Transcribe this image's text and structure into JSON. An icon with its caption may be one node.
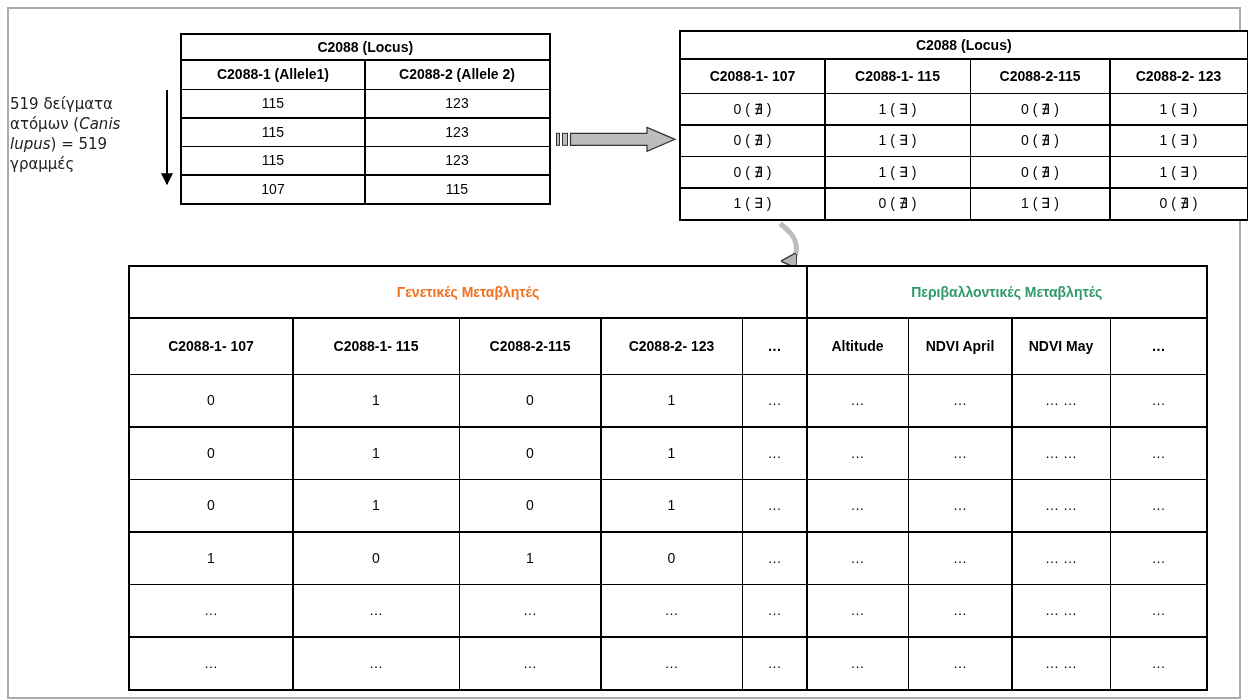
{
  "diagram": {
    "nodes": [
      {
        "text": [
          "C2088 (Locus)",
          "C2088-1 (Allele1)",
          "C2088-2 (Allele 2)",
          "115",
          "123",
          "115",
          "123",
          "115",
          "123",
          "107",
          "115"
        ]
      },
      {
        "text": [
          "C2088 (Locus)",
          "C2088-1- 107",
          "C2088-1- 115",
          "C2088-2-115",
          "C2088-2- 123",
          "0 ( ∄ )",
          "1 ( ∃ )",
          "0 ( ∄ )",
          "1 ( ∃ )",
          "0 ( ∄ )",
          "1 ( ∃ )",
          "0 ( ∄ )",
          "1 ( ∃ )",
          "0 ( ∄ )",
          "1 ( ∃ )",
          "0 ( ∄ )",
          "1 ( ∃ )",
          "1 ( ∃ )",
          "0 ( ∄ )",
          "1 ( ∃ )",
          "0 ( ∄ )"
        ]
      },
      {
        "text": [
          "Γενετικές Μεταβλητές",
          "Περιβαλλοντικές Μεταβλητές",
          "C2088-1- 107",
          "C2088-1- 115",
          "C2088-2-115",
          "C2088-2- 123",
          "…",
          "Altitude",
          "NDVI April",
          "NDVI May",
          "…",
          "0",
          "1",
          "0",
          "1",
          "…",
          "…",
          "…",
          "… …",
          "…",
          "0",
          "1",
          "0",
          "1",
          "…",
          "…",
          "…",
          "… …",
          "…",
          "0",
          "1",
          "0",
          "1",
          "…",
          "…",
          "…",
          "… …",
          "…",
          "1",
          "0",
          "1",
          "0",
          "…",
          "…",
          "…",
          "… …",
          "…",
          "…",
          "…",
          "…",
          "…",
          "…",
          "…",
          "…",
          "… …",
          "…",
          "…",
          "…",
          "…",
          "…",
          "…",
          "…",
          "…",
          "… …",
          "…"
        ]
      }
    ],
    "edges": [
      {
        "from": 0,
        "to": 1,
        "arrow": "to"
      },
      {
        "from": 1,
        "to": 2,
        "arrow": "to"
      }
    ],
    "labels": [
      "519 δείγματα ατόμων (*Canis lupus*) = 519 γραμμές"
    ]
  }
}
